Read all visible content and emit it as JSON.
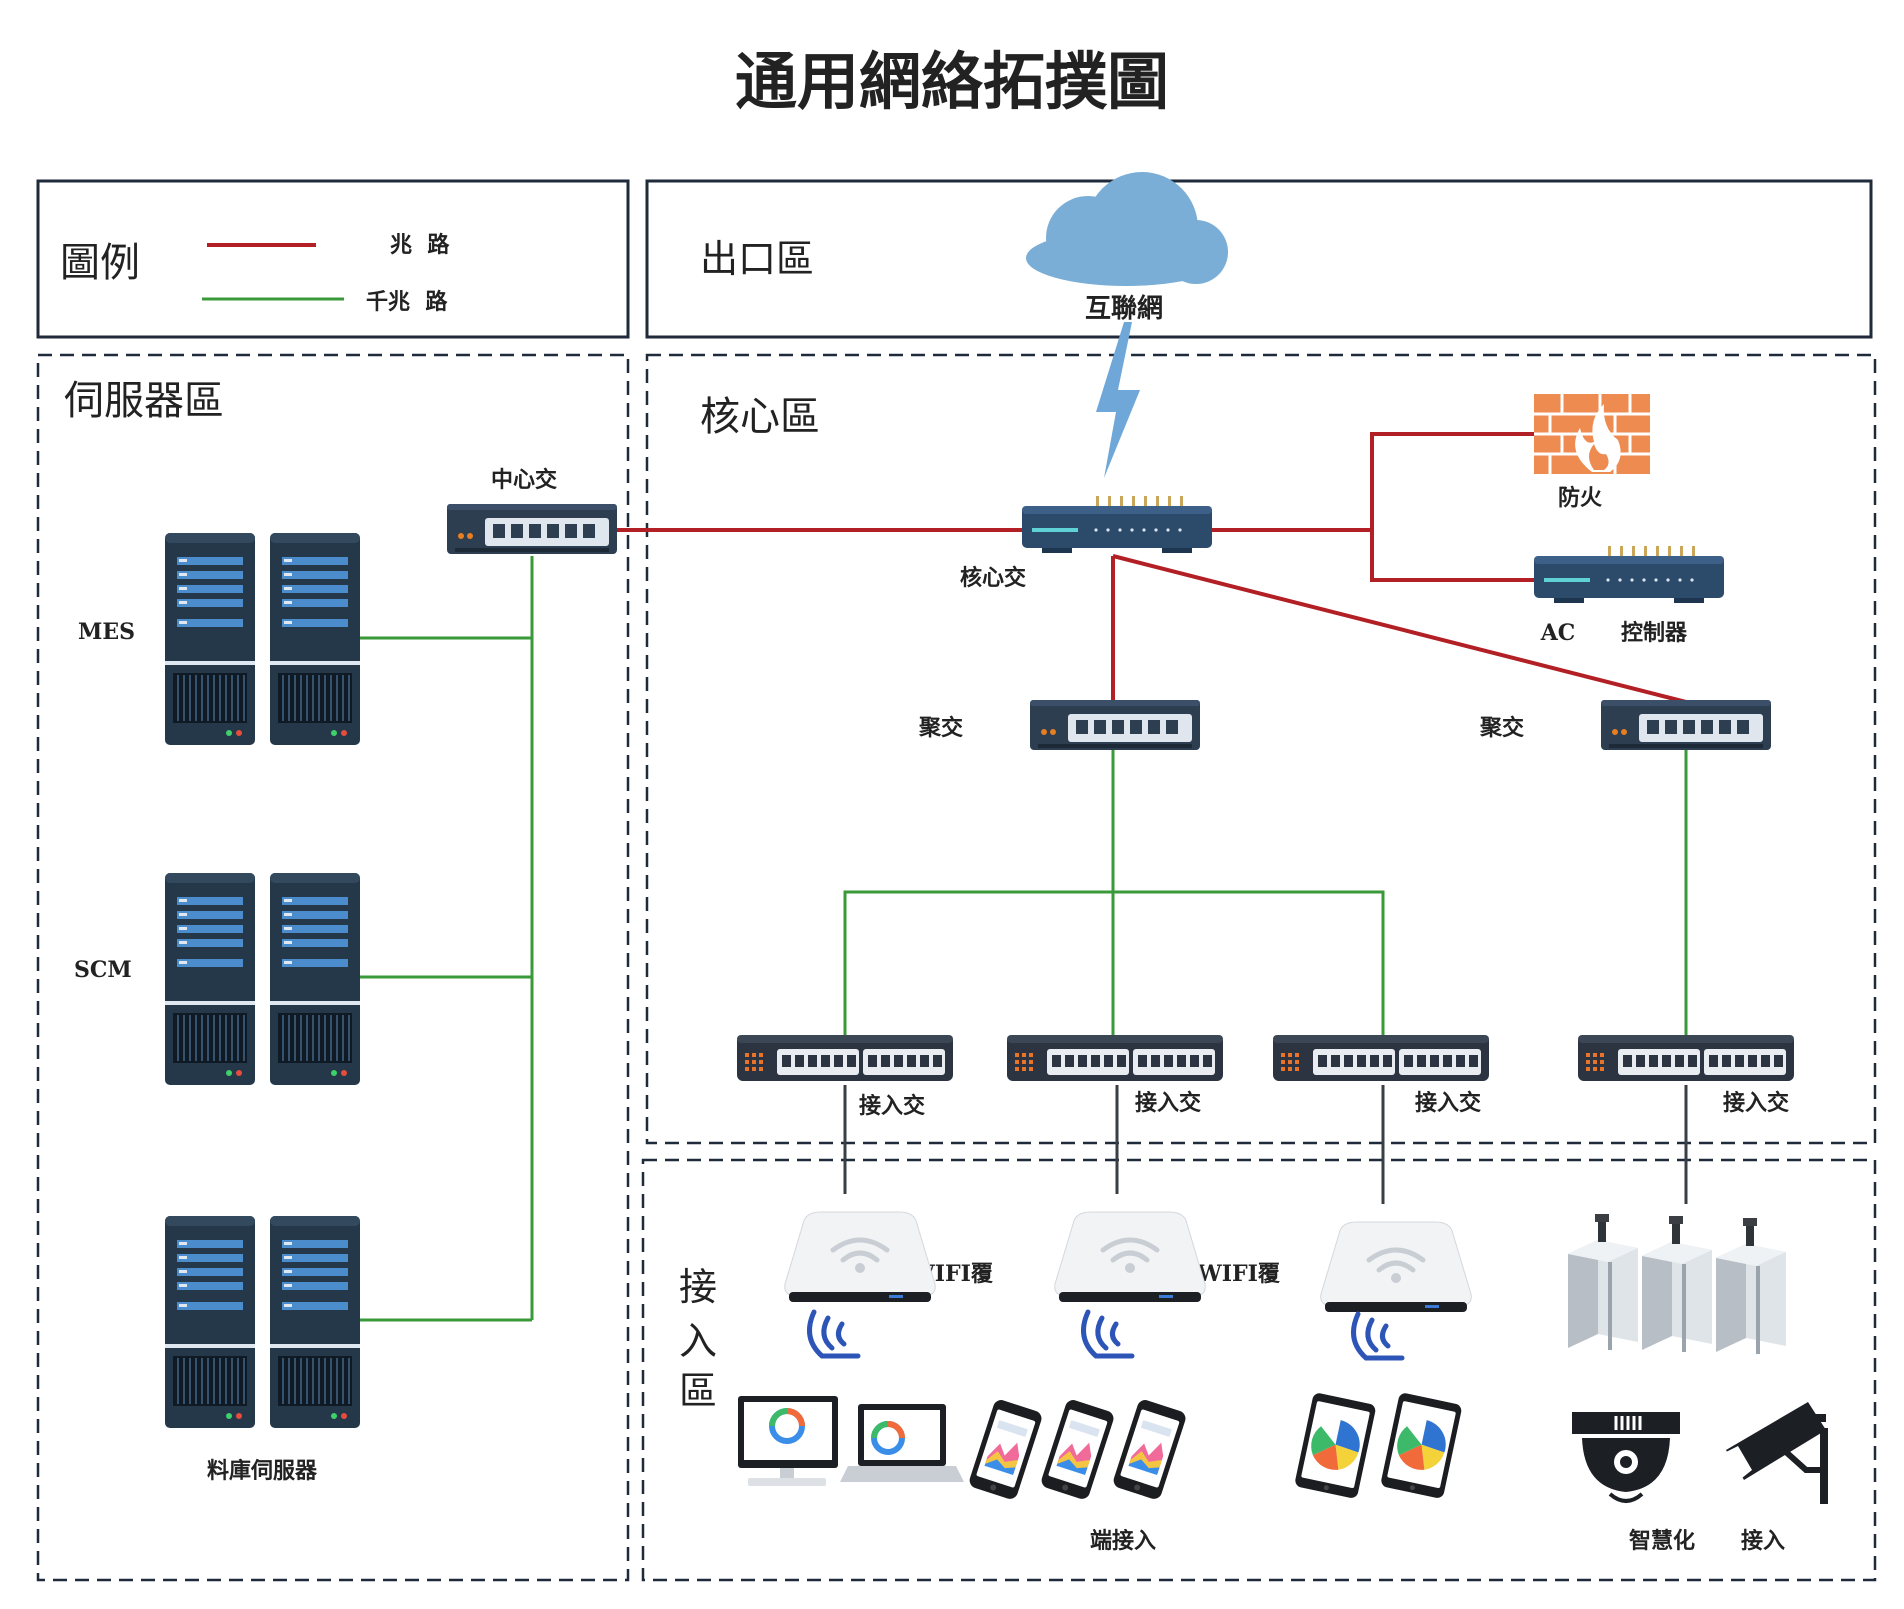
{
  "title": "通用網絡拓撲圖",
  "colors": {
    "gigabit": "#b22025",
    "hundred_meg": "#3a9a3a",
    "border": "#1f2a3a",
    "device_dark": "#2c3e50",
    "cloud": "#7aaed6",
    "firewall": "#ee8b50"
  },
  "legend": {
    "title": "圖例",
    "red_label": "兆  路",
    "green_label": "千兆  路"
  },
  "exit_zone": {
    "title": "出口區",
    "internet": "互聯網"
  },
  "server_zone": {
    "title": "伺服器區",
    "center_switch": "中心交",
    "servers": [
      "MES",
      "SCM",
      "料庫伺服器"
    ]
  },
  "core_zone": {
    "title": "核心區",
    "core_switch": "核心交",
    "firewall": "防火",
    "ac": "AC",
    "controller": "控制器",
    "agg_left": "聚交",
    "agg_right": "聚交",
    "access": [
      "接入交",
      "接入交",
      "接入交",
      "接入交"
    ]
  },
  "access_zone": {
    "title": "接入區",
    "wifi_left": "WIFI覆",
    "wifi_mid": "WIFI覆",
    "terminal": "端接入",
    "smart": "智慧化",
    "smart_access": "接入"
  }
}
